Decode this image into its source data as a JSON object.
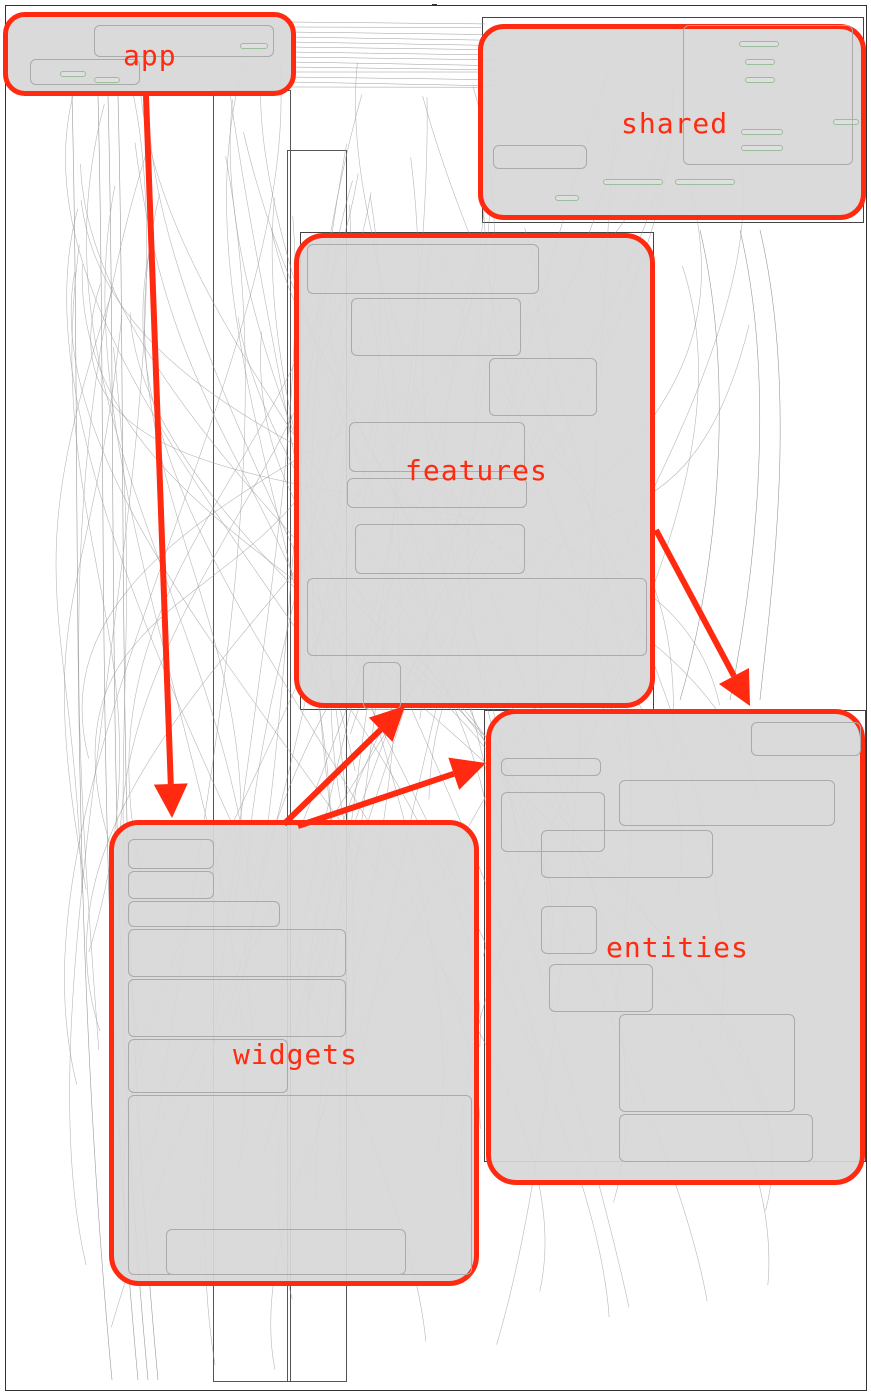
{
  "diagram": {
    "title": "",
    "layers": [
      {
        "id": "app",
        "label": "app"
      },
      {
        "id": "shared",
        "label": "shared"
      },
      {
        "id": "features",
        "label": "features"
      },
      {
        "id": "entities",
        "label": "entities"
      },
      {
        "id": "widgets",
        "label": "widgets"
      }
    ],
    "arrows": [
      {
        "from": "app",
        "to": "widgets"
      },
      {
        "from": "widgets",
        "to": "features"
      },
      {
        "from": "widgets",
        "to": "entities"
      },
      {
        "from": "features",
        "to": "entities"
      }
    ]
  },
  "colors": {
    "highlight": "#ff2a0f",
    "box_fill": "#d7d7d7",
    "edge": "#9a9a9a",
    "frame": "#333333"
  }
}
